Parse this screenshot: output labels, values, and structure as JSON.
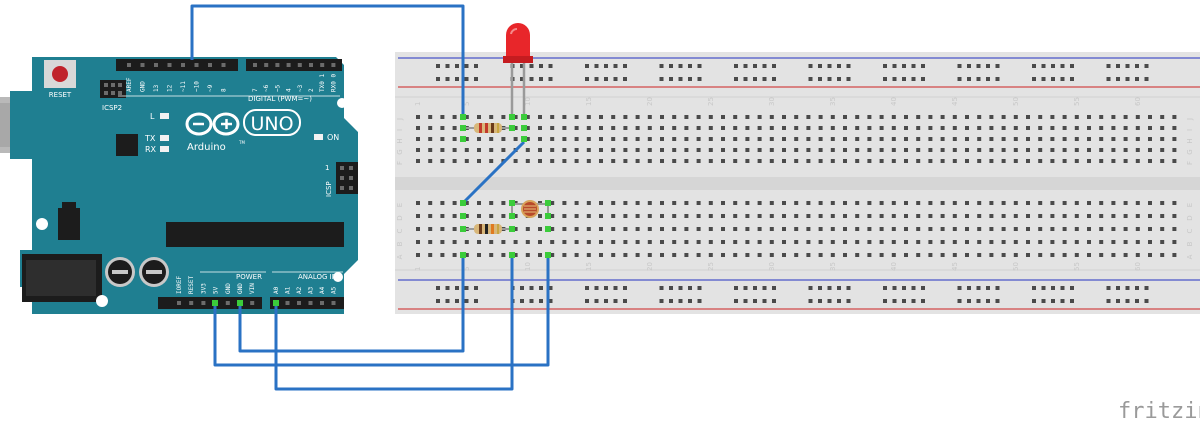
{
  "arduino": {
    "reset_label": "RESET",
    "icsp2_label": "ICSP2",
    "l_label": "L",
    "tx_label": "TX",
    "rx_label": "RX",
    "on_label": "ON",
    "uno_label": "UNO",
    "brand_label": "Arduino",
    "tm_label": "TM",
    "digital_label": "DIGITAL (PWM=~)",
    "icsp_label": "ICSP",
    "icsp_one": "1",
    "power_label": "POWER",
    "analog_label": "ANALOG IN",
    "digital_pins": [
      "AREF",
      "GND",
      "13",
      "12",
      "~11",
      "~10",
      "~9",
      "8",
      "7",
      "~6",
      "~5",
      "4",
      "~3",
      "2",
      "TX0 1",
      "RX0 0"
    ],
    "power_pins": [
      "IOREF",
      "RESET",
      "3V3",
      "5V",
      "GND",
      "GND",
      "VIN"
    ],
    "analog_pins": [
      "A0",
      "A1",
      "A2",
      "A3",
      "A4",
      "A5"
    ]
  },
  "breadboard": {
    "column_numbers": [
      "1",
      "5",
      "10",
      "15",
      "20",
      "25",
      "30",
      "35",
      "40",
      "45",
      "50",
      "55",
      "60"
    ],
    "top_rows": [
      "J",
      "I",
      "H",
      "G",
      "F"
    ],
    "bottom_rows": [
      "E",
      "D",
      "C",
      "B",
      "A"
    ]
  },
  "colors": {
    "board": "#1f7f91",
    "wire": "#2a72c4",
    "led": "#e8262a",
    "rail_red": "#d24848",
    "rail_blue": "#4a55c8"
  },
  "watermark": "fritzing"
}
